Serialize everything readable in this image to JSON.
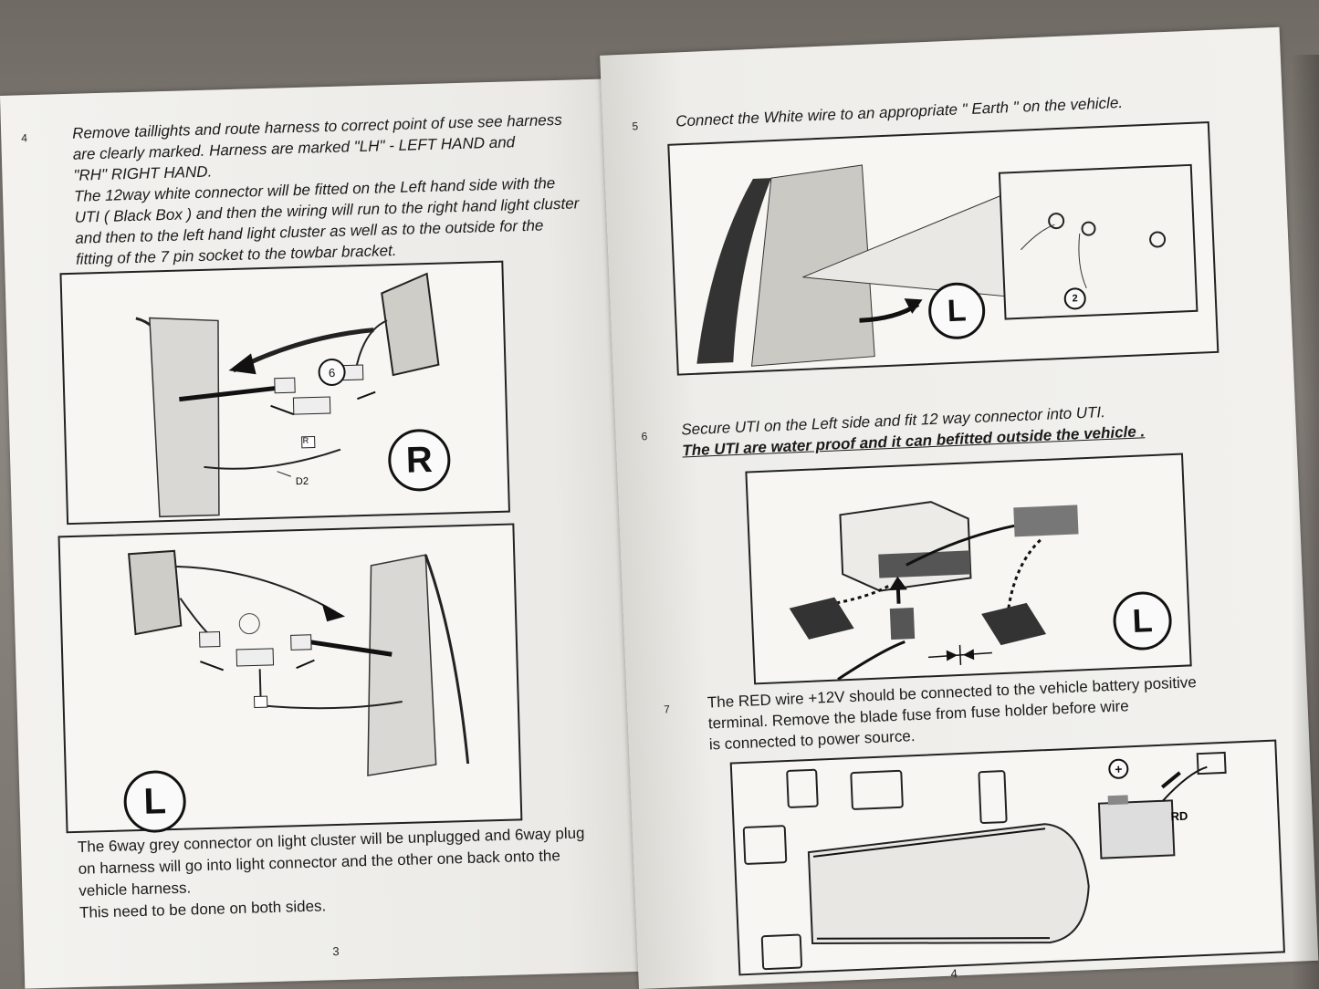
{
  "left_page": {
    "step4": {
      "number": "4",
      "lines": [
        "Remove taillights and route harness to correct point of use see harness",
        "are clearly marked. Harness are marked \"LH\" - LEFT HAND and",
        "\"RH\"  RIGHT HAND.",
        "The 12way white connector will be fitted on the Left hand side with the",
        "UTI ( Black Box ) and then the wiring will run to the right hand light cluster",
        "and then to the left hand light cluster as well as to the outside for the",
        "fitting of the 7 pin socket to the towbar bracket."
      ]
    },
    "figure_right": {
      "badge": "R",
      "callout": "6",
      "connector_label": "R",
      "cable_label": "D2"
    },
    "figure_left": {
      "badge": "L"
    },
    "closing_lines": [
      "The 6way grey connector on light cluster will be unplugged and 6way plug",
      "on harness will go into light connector and the other one back onto the",
      "vehicle harness.",
      "This need to be done on both sides."
    ],
    "page_number": "3"
  },
  "right_page": {
    "step5": {
      "number": "5",
      "text": "Connect the White wire to an appropriate \" Earth \" on the vehicle.",
      "badge": "L",
      "callout": "2"
    },
    "step6": {
      "number": "6",
      "line1": "Secure UTI on the Left side and fit 12 way connector into UTI.",
      "line2": "The UTI are water proof and it can befitted outside the vehicle .",
      "badge": "L"
    },
    "step7": {
      "number": "7",
      "lines": [
        "The RED wire +12V should be connected to the vehicle battery positive",
        " terminal.  Remove the blade fuse from fuse holder  before wire",
        "is connected to power source."
      ],
      "battery_label": "RD",
      "plus_symbol": "+"
    },
    "page_number": "4"
  }
}
